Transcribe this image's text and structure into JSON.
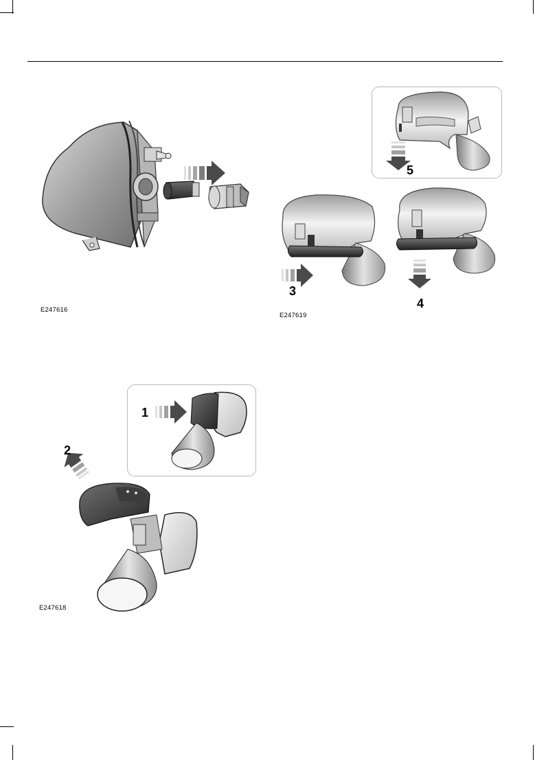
{
  "figures": {
    "bulb": {
      "code": "E247616"
    },
    "mirror_cap": {
      "code": "E247618",
      "steps": [
        "1",
        "2"
      ]
    },
    "mirror_lamp": {
      "code": "E247619",
      "steps": [
        "5",
        "3",
        "4"
      ]
    }
  },
  "icon_names": [
    "lamp-housing-icon",
    "bulb-icon",
    "bulb-socket-icon",
    "arrow-icon",
    "mirror-icon"
  ]
}
